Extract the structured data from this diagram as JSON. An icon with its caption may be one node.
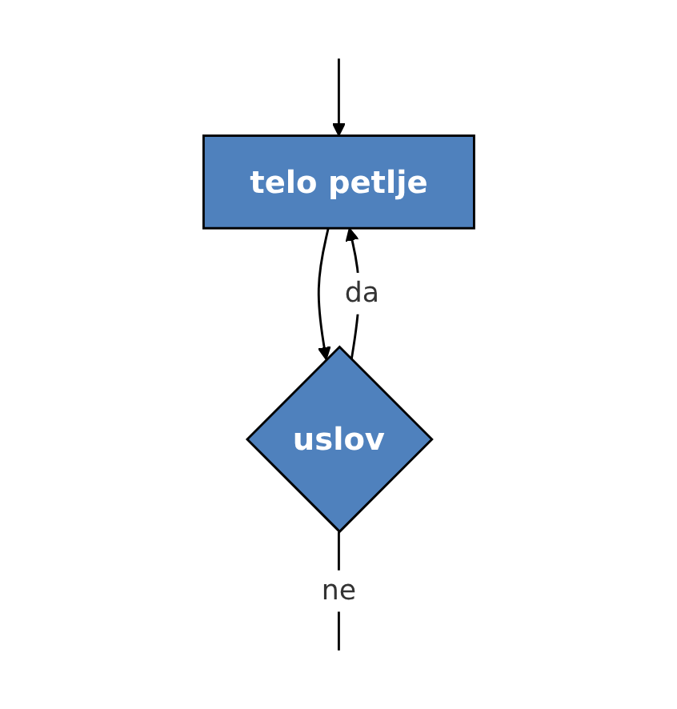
{
  "diagram": {
    "nodes": [
      {
        "text": [
          "telo petlje"
        ]
      },
      {
        "text": [
          "uslov"
        ]
      }
    ],
    "edges": [
      {
        "from": null,
        "to": 0,
        "arrow": "to"
      },
      {
        "from": 0,
        "to": 1,
        "arrow": "to"
      },
      {
        "from": 1,
        "to": 0,
        "label": "da",
        "arrow": "to"
      },
      {
        "from": 1,
        "to": null,
        "label": "ne",
        "arrow": "none"
      }
    ]
  }
}
